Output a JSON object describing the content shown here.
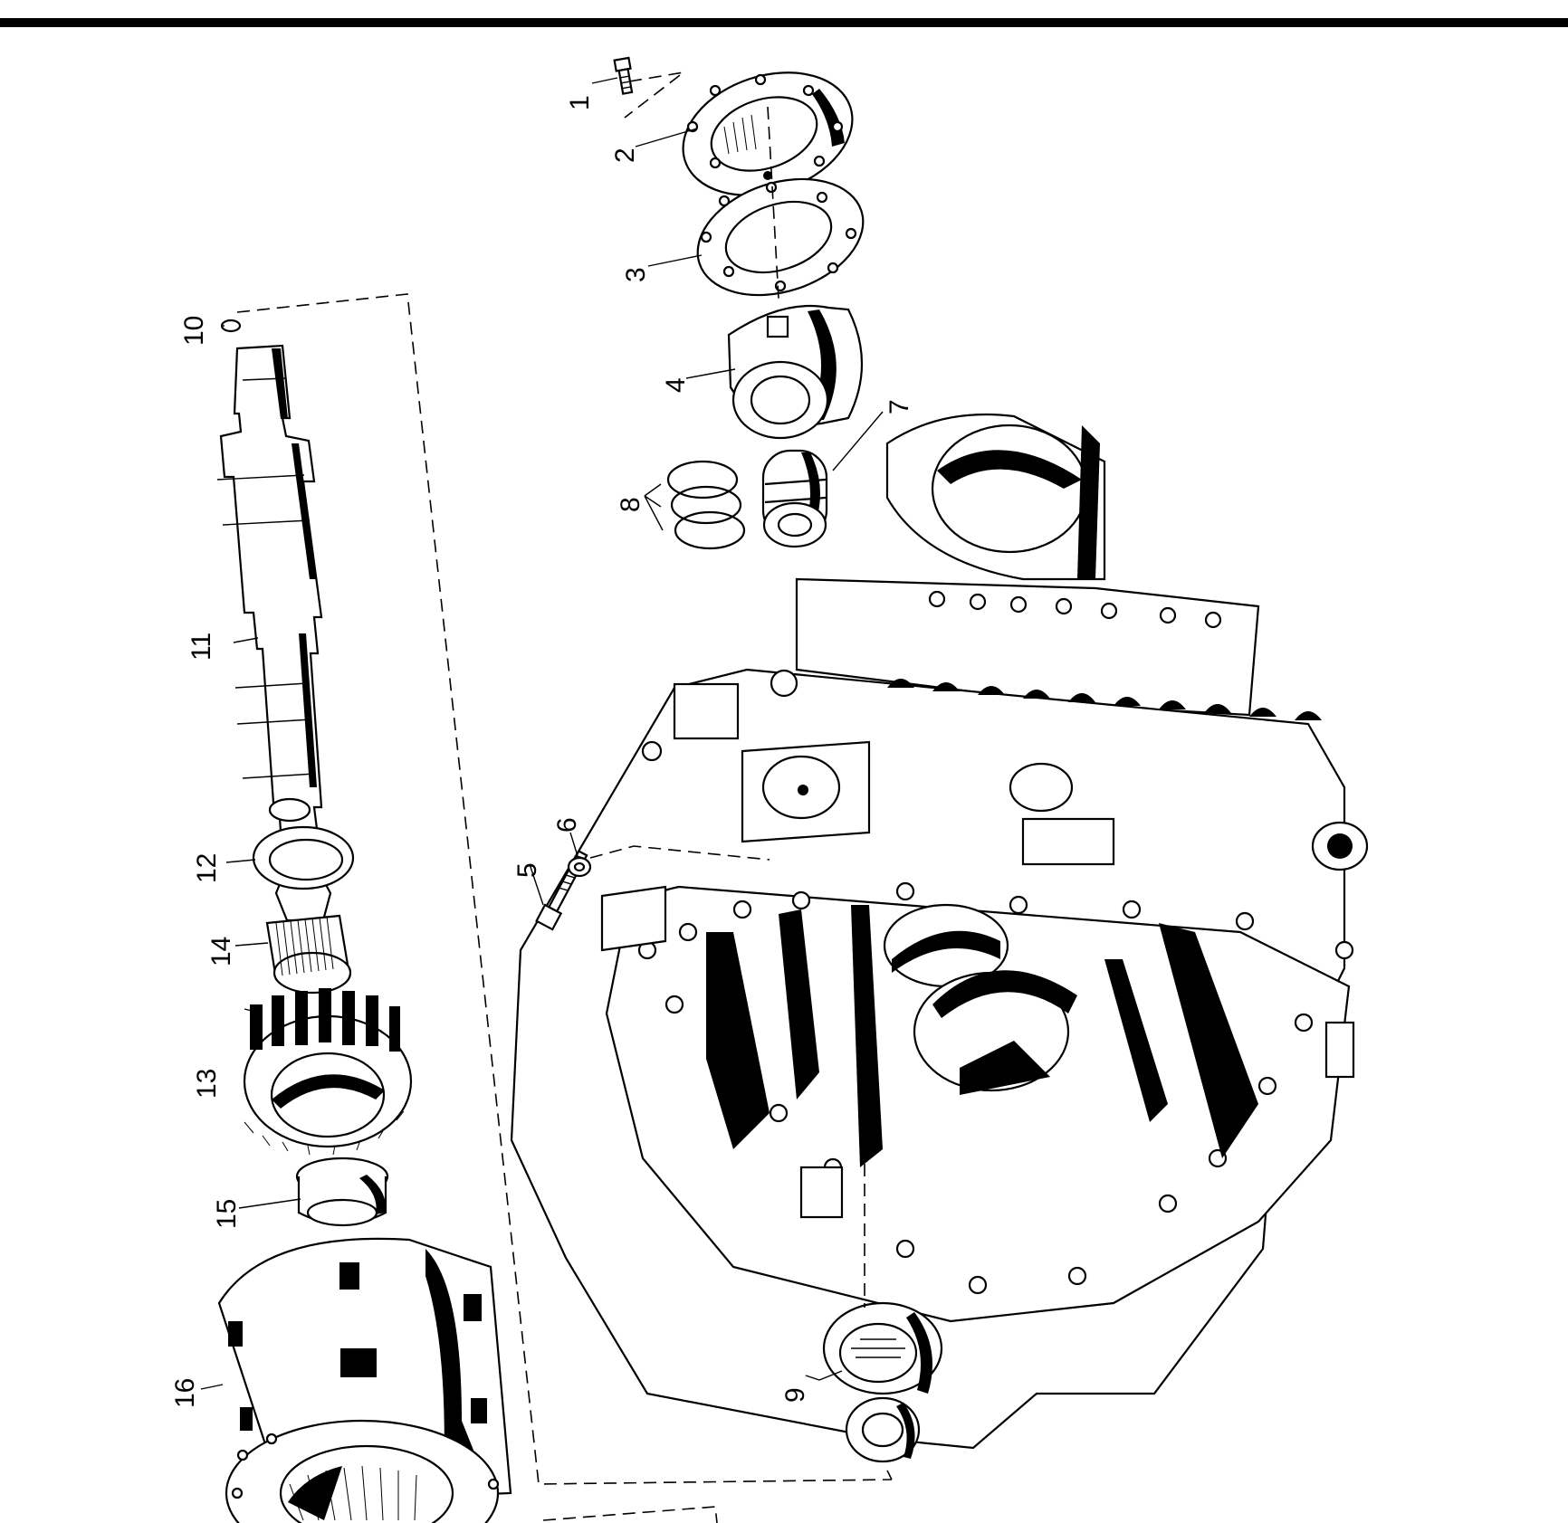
{
  "diagram": {
    "type": "exploded-parts-view",
    "callouts": [
      {
        "id": "1",
        "label": "1"
      },
      {
        "id": "2",
        "label": "2"
      },
      {
        "id": "3",
        "label": "3"
      },
      {
        "id": "4",
        "label": "4"
      },
      {
        "id": "5",
        "label": "5"
      },
      {
        "id": "6",
        "label": "6"
      },
      {
        "id": "7",
        "label": "7"
      },
      {
        "id": "8",
        "label": "8"
      },
      {
        "id": "9",
        "label": "9"
      },
      {
        "id": "10",
        "label": "10"
      },
      {
        "id": "11",
        "label": "11"
      },
      {
        "id": "12",
        "label": "12"
      },
      {
        "id": "13",
        "label": "13"
      },
      {
        "id": "14",
        "label": "14"
      },
      {
        "id": "15",
        "label": "15"
      },
      {
        "id": "16",
        "label": "16"
      }
    ]
  }
}
